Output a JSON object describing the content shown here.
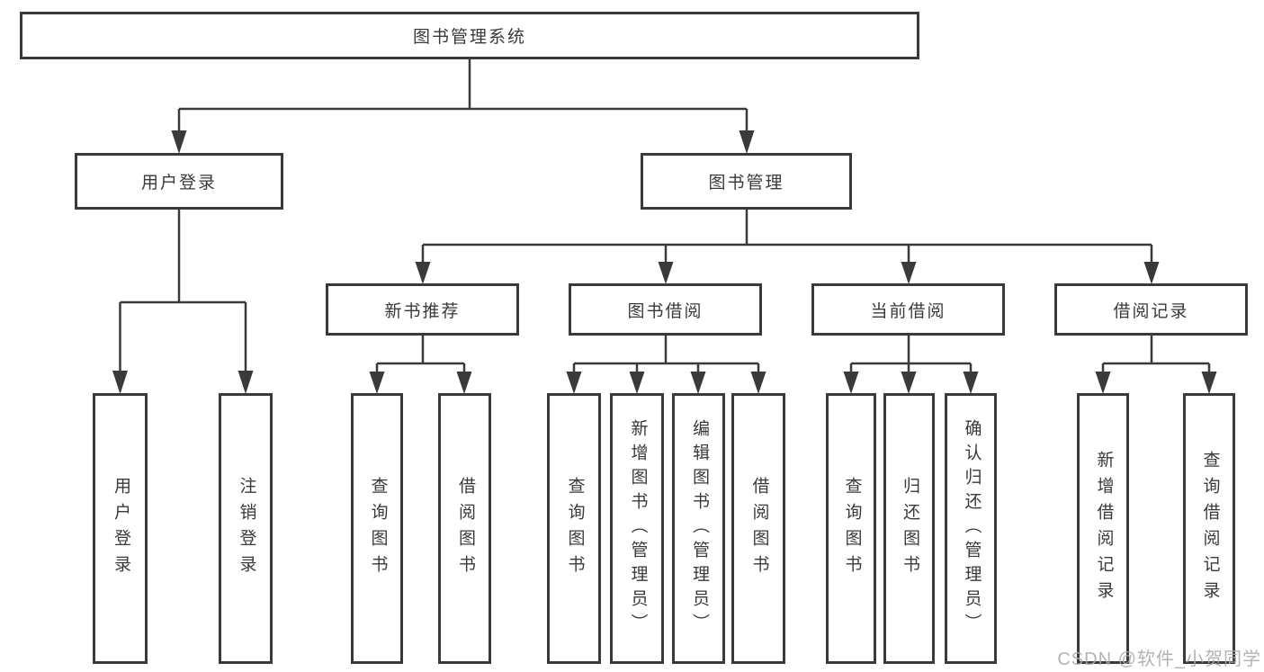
{
  "diagram_title": "图书管理系统",
  "tree": {
    "root": {
      "label": "图书管理系统"
    },
    "branches": [
      {
        "label": "用户登录",
        "leaves": [
          {
            "label": "用户登录"
          },
          {
            "label": "注销登录"
          }
        ]
      },
      {
        "label": "图书管理",
        "groups": [
          {
            "label": "新书推荐",
            "leaves": [
              {
                "label": "查询图书"
              },
              {
                "label": "借阅图书"
              }
            ]
          },
          {
            "label": "图书借阅",
            "leaves": [
              {
                "label": "查询图书"
              },
              {
                "label": "新增图书（管理员）"
              },
              {
                "label": "编辑图书（管理员）"
              },
              {
                "label": "借阅图书"
              }
            ]
          },
          {
            "label": "当前借阅",
            "leaves": [
              {
                "label": "查询图书"
              },
              {
                "label": "归还图书"
              },
              {
                "label": "确认归还（管理员）"
              }
            ]
          },
          {
            "label": "借阅记录",
            "leaves": [
              {
                "label": "新增借阅记录"
              },
              {
                "label": "查询借阅记录"
              }
            ]
          }
        ]
      }
    ]
  },
  "watermark": {
    "text": "CSDN @软件_小贺同学"
  },
  "colors": {
    "line": "#3a3a3a",
    "text": "#3a3a3a",
    "background": "#ffffff",
    "watermark": "#a8a8a8"
  }
}
